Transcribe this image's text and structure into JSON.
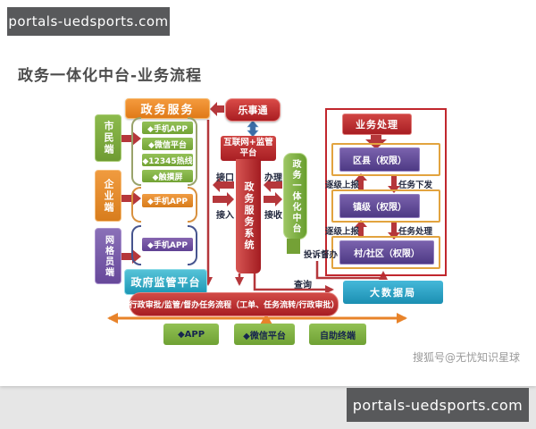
{
  "page": {
    "top_badge": "portals-uedsports.com",
    "bottom_badge": "portals-uedsports.com",
    "title": "政务一体化中台-业务流程",
    "watermark": "搜狐号@无忧知识星球"
  },
  "colors": {
    "box_red": "#b5373b",
    "box_orange": "#e8832a",
    "box_green": "#76a93c",
    "box_purple": "#5d4492",
    "box_teal": "#2aa7bd",
    "arrow_blue": "#3b6ca5"
  },
  "terminals": [
    {
      "label": "市民端"
    },
    {
      "label": "企业端"
    },
    {
      "label": "网格员端"
    }
  ],
  "service_header": {
    "label": "政务服务"
  },
  "channel_groups": {
    "citizen": {
      "items": [
        {
          "label": "◆手机APP"
        },
        {
          "label": "◆微信平台"
        },
        {
          "label": "◆12345热线"
        },
        {
          "label": "◆触摸屏"
        }
      ]
    },
    "enterprise": {
      "items": [
        {
          "label": "◆手机APP"
        }
      ]
    },
    "grid": {
      "items": [
        {
          "label": "◆手机APP"
        }
      ]
    }
  },
  "gov_platform": {
    "label": "政府监管平台"
  },
  "lst_box": {
    "label": "乐事通"
  },
  "internet_platform": {
    "label": "互联网+监管平台"
  },
  "service_system": {
    "label": "政务服务系统"
  },
  "middle_platform": {
    "label": "政务一体化中台"
  },
  "flow_labels": {
    "interface": "接口",
    "access": "接入",
    "handle": "办理",
    "receive": "接收",
    "complaint": "投诉督办",
    "query": "查询"
  },
  "right_panel": {
    "header": "业务处理",
    "levels": [
      {
        "name": "区县（权限）",
        "left_label": "逐级上报",
        "right_label": "任务下发"
      },
      {
        "name": "镇级（权限）",
        "left_label": "逐级上报",
        "right_label": "任务处理"
      },
      {
        "name": "村/社区（权限）"
      }
    ]
  },
  "big_data": {
    "label": "大数据局"
  },
  "process_bar": {
    "label": "行政审批/监管/督办任务流程（工单、任务流转/行政审批）"
  },
  "bottom_channels": [
    {
      "label": "◆APP"
    },
    {
      "label": "◆微信平台"
    },
    {
      "label": "自助终端"
    }
  ]
}
